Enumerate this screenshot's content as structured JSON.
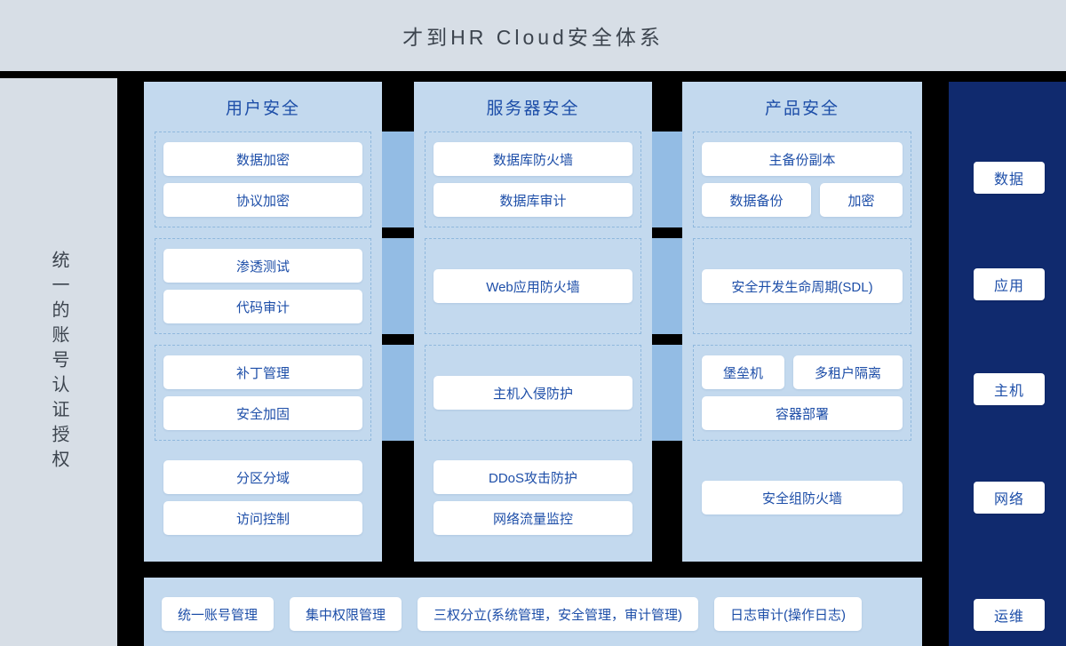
{
  "header": {
    "title": "才到HR Cloud安全体系",
    "bg": "#d7dee6",
    "text_color": "#3c444e"
  },
  "left_panel": {
    "label": "统一的账号认证授权",
    "bg": "#d7dee6"
  },
  "theme": {
    "panel_blue": "#c3d9ee",
    "bridge_blue": "#93bce4",
    "navy": "#102a6e",
    "chip_white": "#ffffff",
    "chip_text": "#1d4ea8",
    "dash_border": "#8fb8dd",
    "gap_black": "#000000"
  },
  "columns": [
    {
      "title": "用户安全",
      "bands": [
        {
          "dashed": true,
          "rows": [
            [
              "数据加密"
            ],
            [
              "协议加密"
            ]
          ]
        },
        {
          "dashed": true,
          "rows": [
            [
              "渗透测试"
            ],
            [
              "代码审计"
            ]
          ]
        },
        {
          "dashed": true,
          "rows": [
            [
              "补丁管理"
            ],
            [
              "安全加固"
            ]
          ]
        },
        {
          "dashed": false,
          "rows": [
            [
              "分区分域"
            ],
            [
              "访问控制"
            ]
          ]
        }
      ]
    },
    {
      "title": "服务器安全",
      "bands": [
        {
          "dashed": true,
          "rows": [
            [
              "数据库防火墙"
            ],
            [
              "数据库审计"
            ]
          ]
        },
        {
          "dashed": true,
          "rows": [
            [
              "Web应用防火墙"
            ]
          ]
        },
        {
          "dashed": true,
          "rows": [
            [
              "主机入侵防护"
            ]
          ]
        },
        {
          "dashed": false,
          "rows": [
            [
              "DDoS攻击防护"
            ],
            [
              "网络流量监控"
            ]
          ]
        }
      ]
    },
    {
      "title": "产品安全",
      "bands": [
        {
          "dashed": true,
          "rows": [
            [
              "主备份副本"
            ],
            [
              "数据备份",
              "加密"
            ]
          ]
        },
        {
          "dashed": true,
          "rows": [
            [
              "安全开发生命周期(SDL)"
            ]
          ]
        },
        {
          "dashed": true,
          "rows": [
            [
              "堡垒机",
              "多租户隔离"
            ],
            [
              "容器部署"
            ]
          ]
        },
        {
          "dashed": false,
          "rows": [
            [
              "安全组防火墙"
            ]
          ]
        }
      ]
    }
  ],
  "right_panel": {
    "items": [
      {
        "label": "数据"
      },
      {
        "label": "应用"
      },
      {
        "label": "主机"
      },
      {
        "label": "网络"
      },
      {
        "label": "运维"
      }
    ]
  },
  "bottom_panel": {
    "items": [
      {
        "label": "统一账号管理"
      },
      {
        "label": "集中权限管理"
      },
      {
        "label": "三权分立(系统管理，安全管理，审计管理)"
      },
      {
        "label": "日志审计(操作日志)"
      }
    ]
  },
  "layout": {
    "band_tops": [
      148,
      268,
      388,
      500
    ],
    "band_heights": [
      108,
      108,
      108,
      120
    ],
    "right_chip_tops": [
      92,
      212,
      330,
      452,
      584
    ]
  }
}
